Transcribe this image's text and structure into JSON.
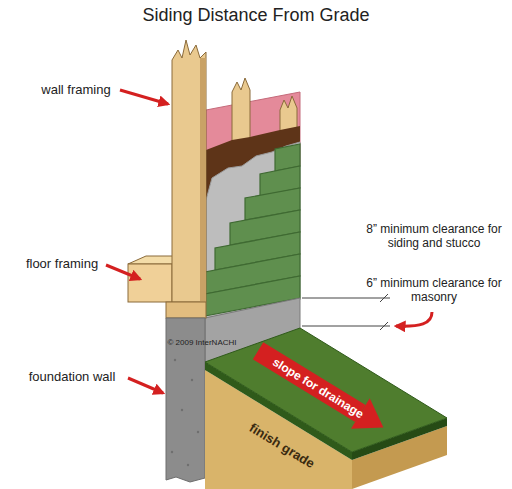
{
  "diagram": {
    "title": "Siding Distance From Grade",
    "labels": [
      "wall framing",
      "floor framing",
      "foundation wall",
      "8” minimum clearance for siding and stucco",
      "6” minimum clearance for masonry",
      "slope for drainage",
      "finish grade",
      "© 2009 InterNACHI"
    ]
  }
}
